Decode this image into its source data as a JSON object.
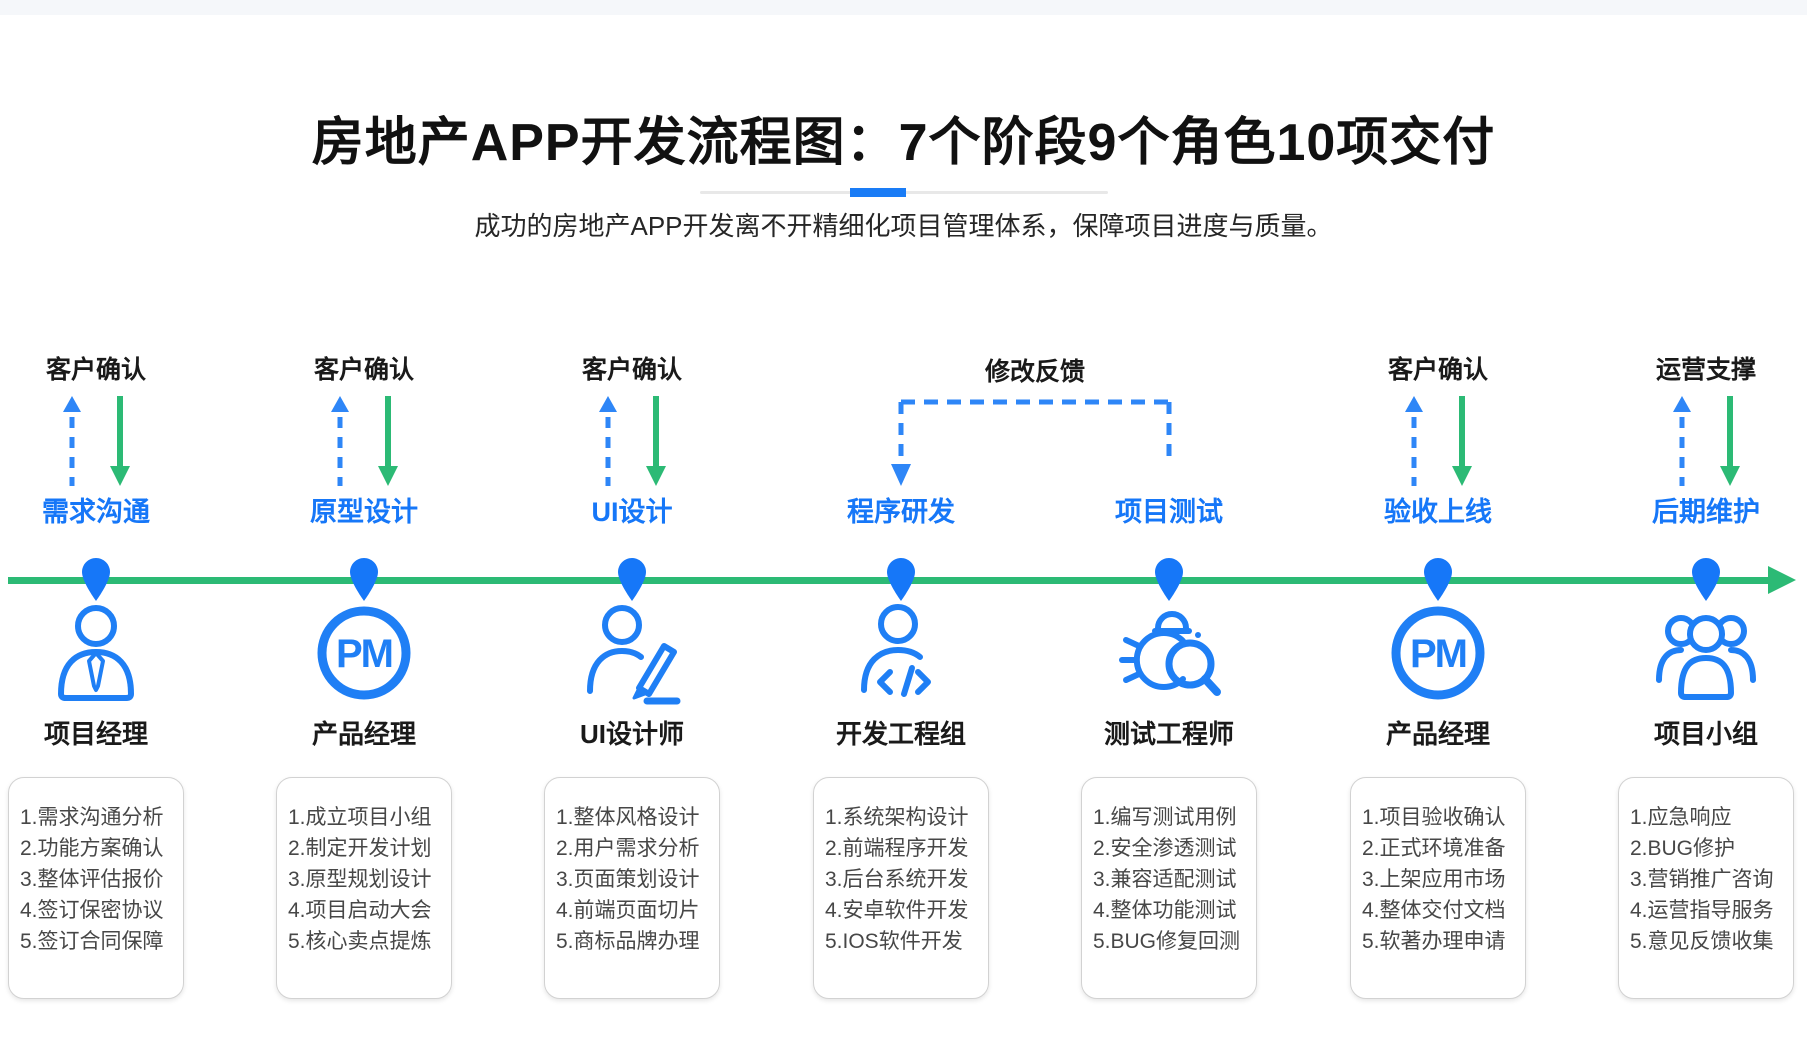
{
  "header": {
    "title": "房地产APP开发流程图：7个阶段9个角色10项交付",
    "subtitle": "成功的房地产APP开发离不开精细化项目管理体系，保障项目进度与质量。"
  },
  "feedback_label": "修改反馈",
  "colors": {
    "accent_blue": "#1677f8",
    "green": "#2cba75",
    "top_band": "#f5f7fa"
  },
  "stages": [
    {
      "top_label": "客户确认",
      "phase": "需求沟通",
      "role": "项目经理",
      "icon": "project-manager-person-icon",
      "tasks": [
        "1.需求沟通分析",
        "2.功能方案确认",
        "3.整体评估报价",
        "4.签订保密协议",
        "5.签订合同保障"
      ]
    },
    {
      "top_label": "客户确认",
      "phase": "原型设计",
      "role": "产品经理",
      "icon": "pm-badge-icon",
      "pm_text": "PM",
      "tasks": [
        "1.成立项目小组",
        "2.制定开发计划",
        "3.原型规划设计",
        "4.项目启动大会",
        "5.核心卖点提炼"
      ]
    },
    {
      "top_label": "客户确认",
      "phase": "UI设计",
      "role": "UI设计师",
      "icon": "ui-designer-pencil-icon",
      "tasks": [
        "1.整体风格设计",
        "2.用户需求分析",
        "3.页面策划设计",
        "4.前端页面切片",
        "5.商标品牌办理"
      ]
    },
    {
      "top_label": "",
      "phase": "程序研发",
      "role": "开发工程组",
      "icon": "developer-code-icon",
      "tasks": [
        "1.系统架构设计",
        "2.前端程序开发",
        "3.后台系统开发",
        "4.安卓软件开发",
        "5.IOS软件开发"
      ]
    },
    {
      "top_label": "",
      "phase": "项目测试",
      "role": "测试工程师",
      "icon": "tester-bug-magnifier-icon",
      "tasks": [
        "1.编写测试用例",
        "2.安全渗透测试",
        "3.兼容适配测试",
        "4.整体功能测试",
        "5.BUG修复回测"
      ]
    },
    {
      "top_label": "客户确认",
      "phase": "验收上线",
      "role": "产品经理",
      "icon": "pm-badge-icon",
      "pm_text": "PM",
      "tasks": [
        "1.项目验收确认",
        "2.正式环境准备",
        "3.上架应用市场",
        "4.整体交付文档",
        "5.软著办理申请"
      ]
    },
    {
      "top_label": "运营支撑",
      "phase": "后期维护",
      "role": "项目小组",
      "icon": "team-group-icon",
      "tasks": [
        "1.应急响应",
        "2.BUG修护",
        "3.营销推广咨询",
        "4.运营指导服务",
        "5.意见反馈收集"
      ]
    }
  ]
}
